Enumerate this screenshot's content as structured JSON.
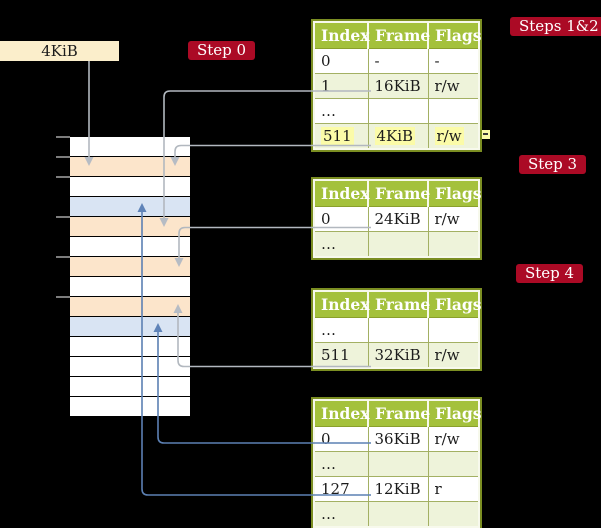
{
  "frame_size_box": {
    "label": "4KiB"
  },
  "step_labels": {
    "step0": "Step 0",
    "steps12": "Steps 1&2",
    "step3": "Step 3",
    "step4": "Step 4"
  },
  "tables": [
    {
      "id": "page-table-steps-1-2",
      "headers": [
        "Index",
        "Frame",
        "Flags"
      ],
      "rows": [
        {
          "index": "0",
          "frame": "-",
          "flags": "-",
          "shaded": false,
          "highlighted": false
        },
        {
          "index": "1",
          "frame": "16KiB",
          "flags": "r/w",
          "shaded": true,
          "highlighted": false
        },
        {
          "index": "…",
          "frame": "",
          "flags": "",
          "shaded": false,
          "highlighted": false
        },
        {
          "index": "511",
          "frame": "4KiB",
          "flags": "r/w",
          "shaded": true,
          "highlighted": true
        }
      ]
    },
    {
      "id": "page-table-step-3",
      "headers": [
        "Index",
        "Frame",
        "Flags"
      ],
      "rows": [
        {
          "index": "0",
          "frame": "24KiB",
          "flags": "r/w",
          "shaded": false,
          "highlighted": false
        },
        {
          "index": "…",
          "frame": "",
          "flags": "",
          "shaded": true,
          "highlighted": false
        }
      ]
    },
    {
      "id": "page-table-step-4",
      "headers": [
        "Index",
        "Frame",
        "Flags"
      ],
      "rows": [
        {
          "index": "…",
          "frame": "",
          "flags": "",
          "shaded": false,
          "highlighted": false
        },
        {
          "index": "511",
          "frame": "32KiB",
          "flags": "r/w",
          "shaded": true,
          "highlighted": false
        }
      ]
    },
    {
      "id": "page-table-bottom",
      "headers": [
        "Index",
        "Frame",
        "Flags"
      ],
      "rows": [
        {
          "index": "0",
          "frame": "36KiB",
          "flags": "r/w",
          "shaded": false,
          "highlighted": false
        },
        {
          "index": "…",
          "frame": "",
          "flags": "",
          "shaded": true,
          "highlighted": false
        },
        {
          "index": "127",
          "frame": "12KiB",
          "flags": "r",
          "shaded": false,
          "highlighted": false
        },
        {
          "index": "…",
          "frame": "",
          "flags": "",
          "shaded": true,
          "highlighted": false
        }
      ]
    }
  ],
  "memory_column": {
    "description": "physical memory frames, top to bottom",
    "rows": [
      "white",
      "peach",
      "white",
      "blue",
      "peach",
      "white",
      "peach",
      "white",
      "peach",
      "blue",
      "white",
      "white",
      "white",
      "white"
    ]
  },
  "colors": {
    "background": "#000000",
    "table_header_bg": "#a4c13c",
    "table_border": "#7b8e22",
    "table_row_shaded": "#eef3da",
    "table_row_plain": "#ffffff",
    "text_highlight": "#fbfba8",
    "step_label_bg": "#ab0a25",
    "step_label_text": "#ffffff",
    "frame_box_bg": "#fbeecb",
    "memory_peach": "#fce5cb",
    "memory_blue": "#d9e4f3",
    "arrow_gray": "#b2b8bf",
    "arrow_blue": "#5c80b3"
  }
}
